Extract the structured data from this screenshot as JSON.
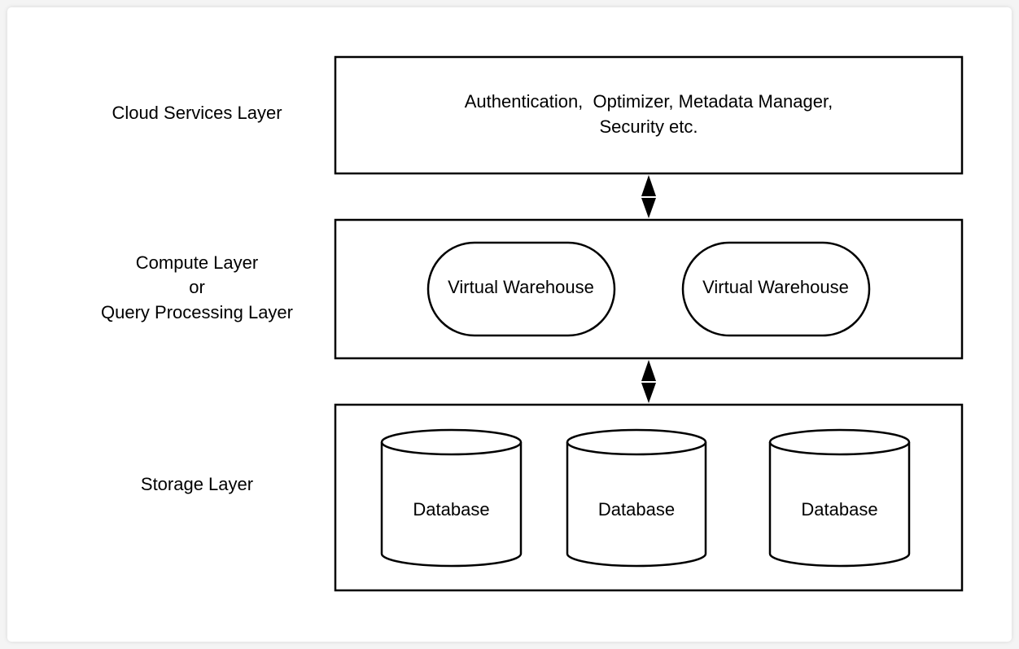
{
  "layers": {
    "cloud": {
      "label": "Cloud Services Layer",
      "content_line1": "Authentication,  Optimizer, Metadata Manager,",
      "content_line2": "Security etc."
    },
    "compute": {
      "label_line1": "Compute Layer",
      "label_line2": "or",
      "label_line3": "Query Processing Layer",
      "warehouses": [
        "Virtual Warehouse",
        "Virtual Warehouse"
      ]
    },
    "storage": {
      "label": "Storage Layer",
      "databases": [
        "Database",
        "Database",
        "Database"
      ]
    }
  }
}
